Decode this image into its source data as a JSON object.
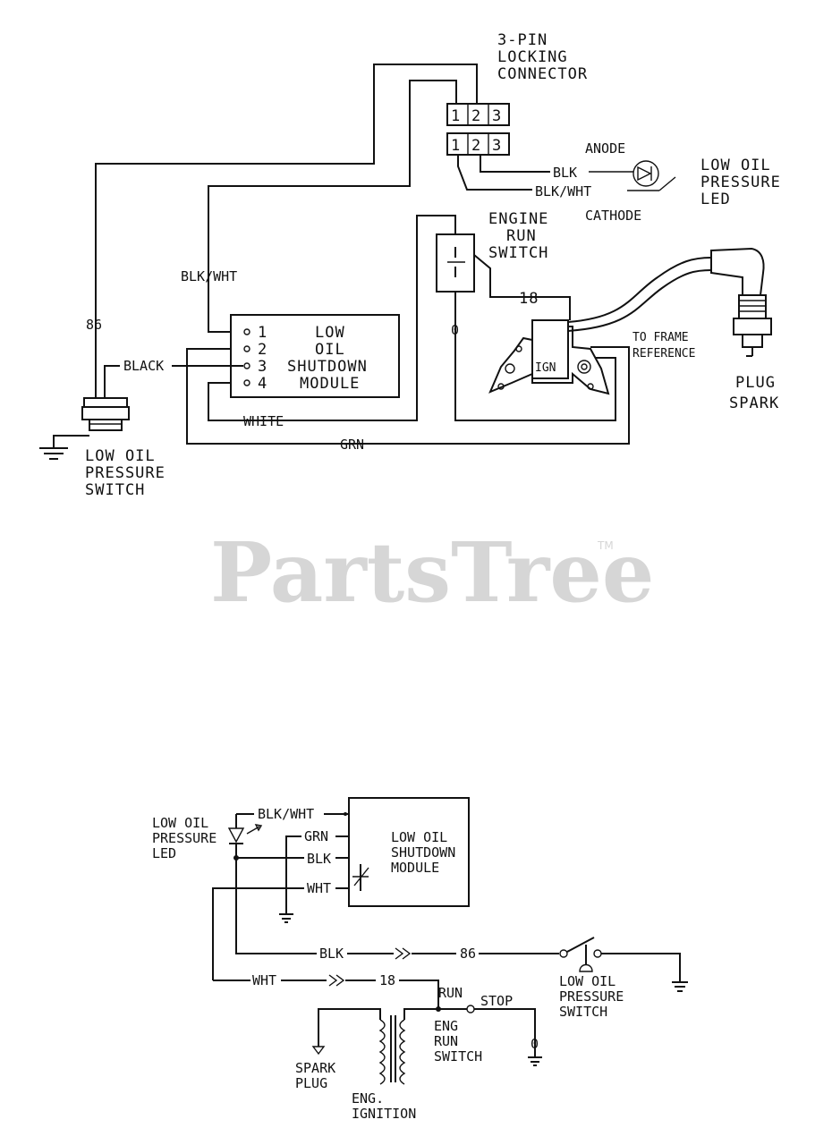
{
  "top_diagram": {
    "connector": {
      "title_lines": [
        "3-PIN",
        "LOCKING",
        "CONNECTOR"
      ],
      "pins": [
        "1",
        "2",
        "3"
      ]
    },
    "led": {
      "anode": "ANODE",
      "cathode": "CATHODE",
      "label_lines": [
        "LOW OIL",
        "PRESSURE",
        "LED"
      ],
      "wire_blk": "BLK",
      "wire_blkwht": "BLK/WHT"
    },
    "run_switch": {
      "label_lines": [
        "ENGINE",
        "RUN",
        "SWITCH"
      ]
    },
    "module": {
      "pins": [
        "1",
        "2",
        "3",
        "4"
      ],
      "label_lines": [
        "LOW",
        "OIL",
        "SHUTDOWN",
        "MODULE"
      ]
    },
    "wires": {
      "blk_wht": "BLK/WHT",
      "w86": "86",
      "black": "BLACK",
      "white": "WHITE",
      "grn": "GRN",
      "w18": "18",
      "w0": "0"
    },
    "ignition": {
      "label": "IGN"
    },
    "frame_ref_lines": [
      "TO FRAME",
      "REFERENCE"
    ],
    "spark_plug_lines": [
      "PLUG",
      "SPARK"
    ],
    "pressure_switch_lines": [
      "LOW OIL",
      "PRESSURE",
      "SWITCH"
    ]
  },
  "watermark": {
    "text": "PartsTree",
    "tm": "TM"
  },
  "schematic": {
    "led_lines": [
      "LOW OIL",
      "PRESSURE",
      "LED"
    ],
    "module_lines": [
      "LOW OIL",
      "SHUTDOWN",
      "MODULE"
    ],
    "wires": {
      "blk_wht": "BLK/WHT",
      "grn": "GRN",
      "blk": "BLK",
      "wht": "WHT",
      "w86": "86",
      "w18": "18",
      "w0": "0"
    },
    "run": "RUN",
    "stop": "STOP",
    "eng_run_switch_lines": [
      "ENG",
      "RUN",
      "SWITCH"
    ],
    "pressure_switch_lines": [
      "LOW OIL",
      "PRESSURE",
      "SWITCH"
    ],
    "spark_plug_lines": [
      "SPARK",
      "PLUG"
    ],
    "ignition_lines": [
      "ENG.",
      "IGNITION"
    ]
  }
}
